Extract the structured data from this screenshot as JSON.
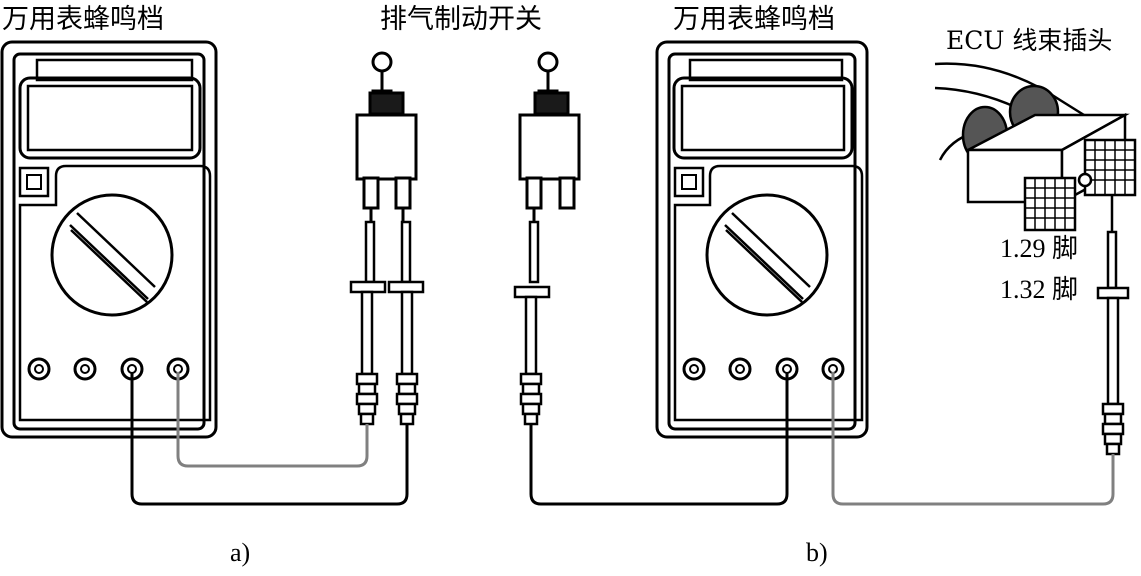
{
  "labels": {
    "multimeter_left": "万用表蜂鸣档",
    "switch": "排气制动开关",
    "multimeter_right": "万用表蜂鸣档",
    "ecu_connector": "ECU 线束插头",
    "pin_a": "1.29 脚",
    "pin_b": "1.32 脚",
    "sub_a": "a)",
    "sub_b": "b)"
  },
  "colors": {
    "outline": "#000000",
    "black_lead": "#000000",
    "red_lead": "#808080",
    "knob": "#1a1a1a"
  }
}
